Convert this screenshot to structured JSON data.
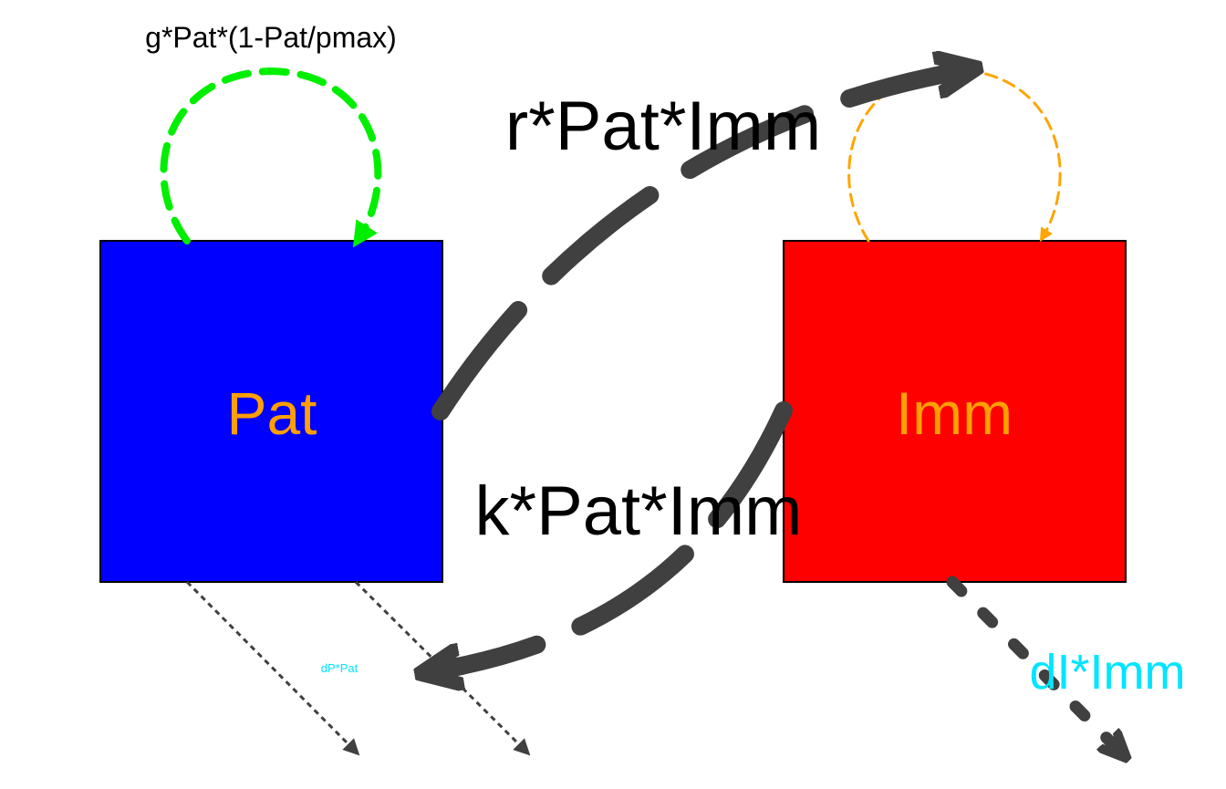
{
  "nodes": {
    "pat": {
      "label": "Pat",
      "fill": "#0000ff",
      "text_color": "#ff9f00"
    },
    "imm": {
      "label": "Imm",
      "fill": "#ff0000",
      "text_color": "#ff9f00"
    }
  },
  "edges": {
    "growth": {
      "label": "g*Pat*(1-Pat/pmax)",
      "color": "#00ee00",
      "text_color": "#000000"
    },
    "activation": {
      "label": "r*Pat*Imm",
      "color": "#404040",
      "text_color": "#000000"
    },
    "killing": {
      "label": "k*Pat*Imm",
      "color": "#404040",
      "text_color": "#000000"
    },
    "pat_decay": {
      "label": "dP*Pat",
      "color": "#404040",
      "text_color": "#00e5ff"
    },
    "imm_decay": {
      "label": "dI*Imm",
      "color": "#404040",
      "text_color": "#00e5ff"
    },
    "imm_self_loop": {
      "label": "",
      "color": "#ffa500"
    }
  },
  "colors": {
    "background": "#ffffff",
    "node_border": "#000000"
  }
}
